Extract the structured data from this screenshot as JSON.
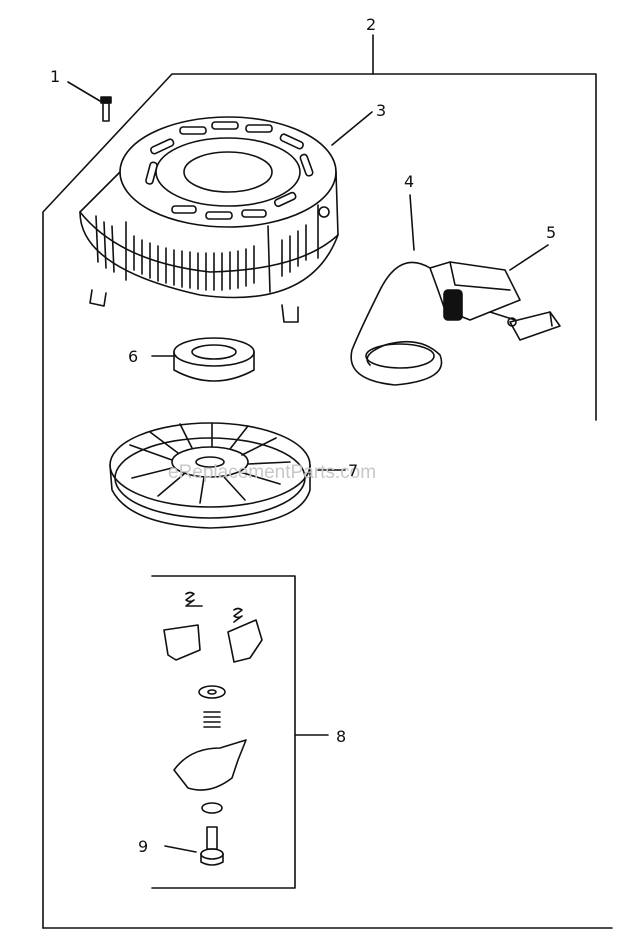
{
  "diagram": {
    "watermark": "eReplacementParts.com",
    "callouts": [
      {
        "id": "1",
        "text": "1"
      },
      {
        "id": "2",
        "text": "2"
      },
      {
        "id": "3",
        "text": "3"
      },
      {
        "id": "4",
        "text": "4"
      },
      {
        "id": "5",
        "text": "5"
      },
      {
        "id": "6",
        "text": "6"
      },
      {
        "id": "7",
        "text": "7"
      },
      {
        "id": "8",
        "text": "8"
      },
      {
        "id": "9",
        "text": "9"
      }
    ],
    "colors": {
      "line": "#111111",
      "watermark": "#c8c8c8",
      "background": "#ffffff"
    }
  }
}
